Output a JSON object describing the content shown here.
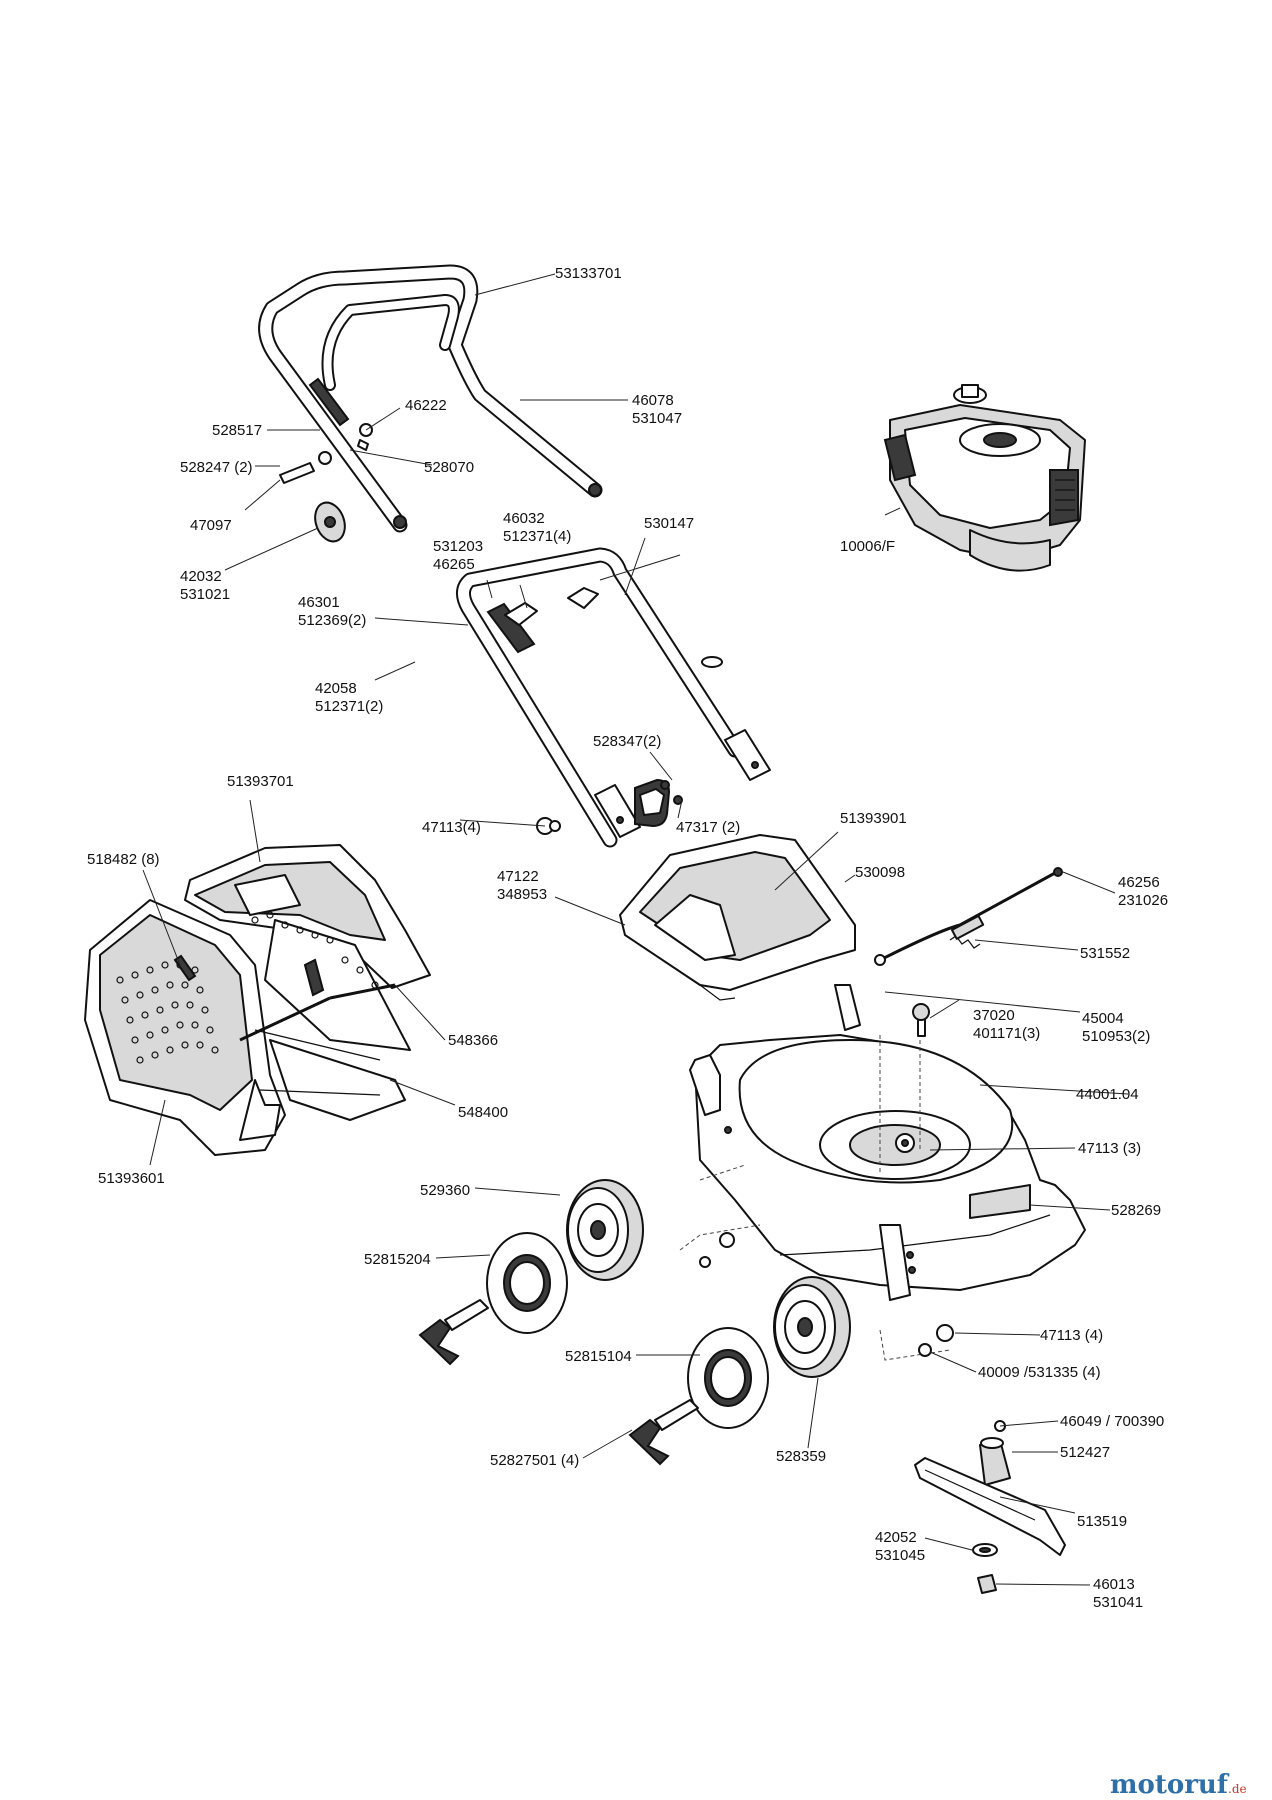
{
  "labels": {
    "l53133701": "53133701",
    "l46078": "46078",
    "l531047": "531047",
    "l46222": "46222",
    "l528517": "528517",
    "l528070": "528070",
    "l528247": "528247 (2)",
    "l47097": "47097",
    "l42032": "42032",
    "l531021": "531021",
    "l46032": "46032",
    "l512371_4": "512371(4)",
    "l531203": "531203",
    "l46265": "46265",
    "l530147": "530147",
    "l46301": "46301",
    "l512369": "512369(2)",
    "l42058": "42058",
    "l512371_2": "512371(2)",
    "l10006": "10006/F",
    "l51393701": "51393701",
    "l518482": "518482 (8)",
    "l528347": "528347(2)",
    "l47113_4a": "47113(4)",
    "l47317": "47317 (2)",
    "l51393901": "51393901",
    "l47122": "47122",
    "l348953": "348953",
    "l530098": "530098",
    "l46256": "46256",
    "l231026": "231026",
    "l531552": "531552",
    "l548366": "548366",
    "l37020": "37020",
    "l401171": "401171(3)",
    "l45004": "45004",
    "l510953": "510953(2)",
    "l548400": "548400",
    "l44001": "44001.04",
    "l51393601": "51393601",
    "l47113_3": "47113 (3)",
    "l529360": "529360",
    "l528269": "528269",
    "l52815204": "52815204",
    "l47113_4b": "47113 (4)",
    "l52815104": "52815104",
    "l40009": "40009 /531335 (4)",
    "l46049": "46049 / 700390",
    "l512427": "512427",
    "l52827501": "52827501 (4)",
    "l528359": "528359",
    "l513519": "513519",
    "l42052": "42052",
    "l531045": "531045",
    "l46013": "46013",
    "l531041": "531041"
  },
  "watermark": {
    "brand": "motoruf",
    "tld": ".de",
    "brand_color": "#2f6fa8"
  }
}
